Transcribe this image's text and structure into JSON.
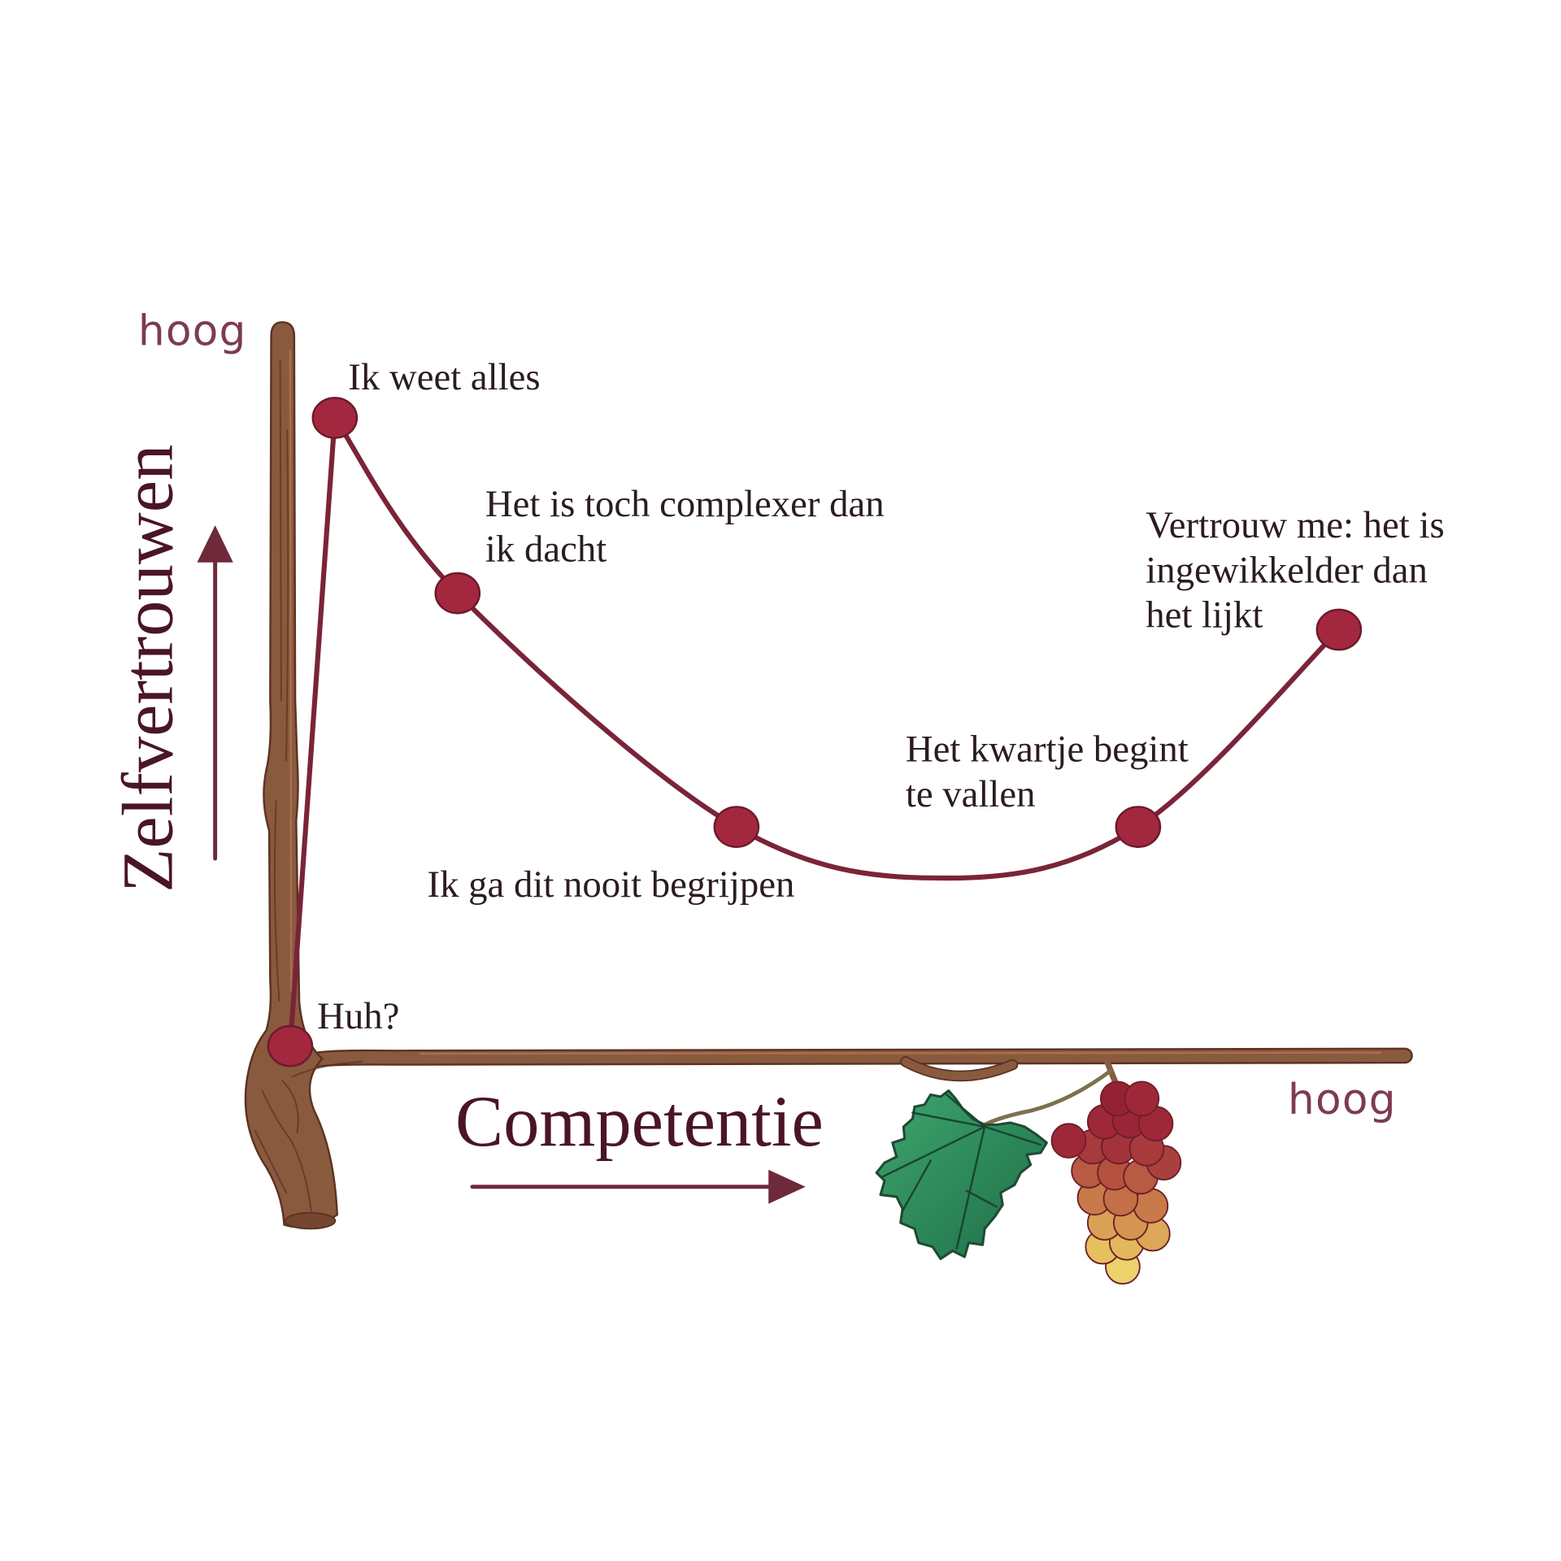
{
  "chart_data": {
    "type": "line",
    "xlabel": "Competentie",
    "ylabel": "Zelfvertrouwen",
    "x_axis_end_label": "hoog",
    "y_axis_end_label": "hoog",
    "xlim": [
      0,
      100
    ],
    "ylim": [
      0,
      100
    ],
    "grid": false,
    "series": [
      {
        "x": [
          0,
          4,
          15,
          40,
          59,
          76,
          94
        ],
        "y": [
          2,
          88,
          64,
          32,
          25,
          32,
          59
        ],
        "color": "#7a2438"
      }
    ],
    "marker_color": "#a3283f",
    "marker_outline": "#6e1a2c",
    "annotations": [
      {
        "x": 0,
        "y": 2,
        "text": [
          "Huh?"
        ]
      },
      {
        "x": 4,
        "y": 88,
        "text": [
          "Ik weet alles"
        ]
      },
      {
        "x": 15,
        "y": 64,
        "text": [
          "Het is toch complexer dan",
          "ik dacht"
        ]
      },
      {
        "x": 40,
        "y": 32,
        "text": [
          "Ik ga dit nooit begrijpen"
        ]
      },
      {
        "x": 76,
        "y": 32,
        "text": [
          "Het kwartje begint",
          "te vallen"
        ]
      },
      {
        "x": 94,
        "y": 59,
        "text": [
          "Vertrouw me: het is",
          "ingewikkelder dan",
          "het lijkt"
        ]
      }
    ]
  }
}
